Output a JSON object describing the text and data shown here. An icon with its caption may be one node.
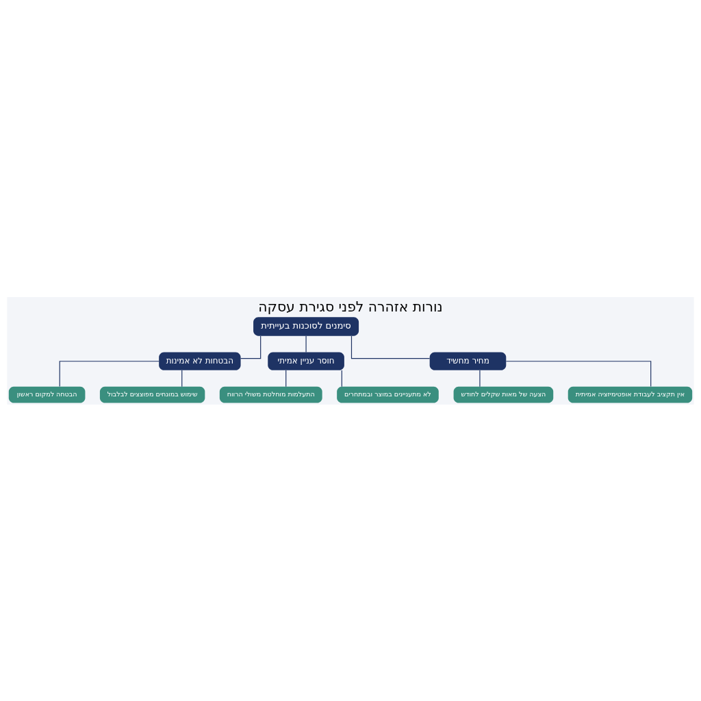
{
  "diagram": {
    "title": "נורות אזהרה לפני סגירת עסקה",
    "nodes": [
      {
        "text": [
          "סימנים לסוכנות בעייתית"
        ]
      },
      {
        "text": [
          "מחיר מחשיד"
        ]
      },
      {
        "text": [
          "חוסר עניין אמיתי"
        ]
      },
      {
        "text": [
          "הבטחות לא אמינות"
        ]
      },
      {
        "text": [
          "הצעה של מאות שקלים לחודש"
        ]
      },
      {
        "text": [
          "אין תקציב לעבודת אופטימיזציה אמיתית"
        ]
      },
      {
        "text": [
          "לא מתעניינים במוצר ובמתחרים"
        ]
      },
      {
        "text": [
          "התעלמות מוחלטת משולי הרווח"
        ]
      },
      {
        "text": [
          "הבטחה למקום ראשון"
        ]
      },
      {
        "text": [
          "שימוש במונחים מפוצצים לבלבול"
        ]
      }
    ],
    "edges": [
      {
        "from": 0,
        "to": 1,
        "arrow": "none"
      },
      {
        "from": 0,
        "to": 2,
        "arrow": "none"
      },
      {
        "from": 0,
        "to": 3,
        "arrow": "none"
      },
      {
        "from": 1,
        "to": 4,
        "arrow": "none"
      },
      {
        "from": 1,
        "to": 5,
        "arrow": "none"
      },
      {
        "from": 2,
        "to": 6,
        "arrow": "none"
      },
      {
        "from": 2,
        "to": 7,
        "arrow": "none"
      },
      {
        "from": 3,
        "to": 8,
        "arrow": "none"
      },
      {
        "from": 3,
        "to": 9,
        "arrow": "none"
      }
    ]
  }
}
